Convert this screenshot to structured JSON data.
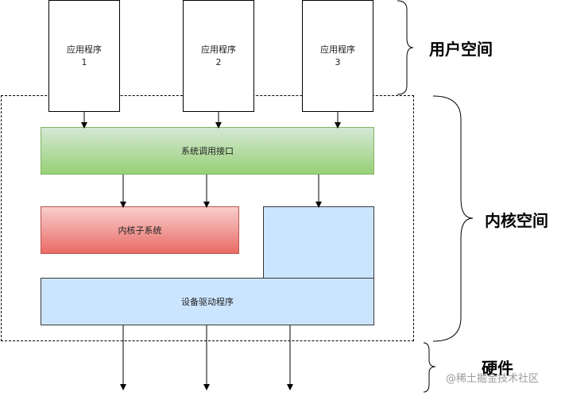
{
  "apps": [
    {
      "name": "应用程序",
      "number": "1"
    },
    {
      "name": "应用程序",
      "number": "2"
    },
    {
      "name": "应用程序",
      "number": "3"
    }
  ],
  "syscall_label": "系统调用接口",
  "kernel_subsystem_label": "内核子系统",
  "driver_label": "设备驱动程序",
  "regions": {
    "user_space": "用户空间",
    "kernel_space": "内核空间",
    "hardware": "硬件"
  },
  "watermark": "@稀土掘金技术社区",
  "colors": {
    "syscall_fill": "#97d077",
    "kernel_fill": "#ea6b66",
    "driver_fill": "#cce5ff"
  }
}
